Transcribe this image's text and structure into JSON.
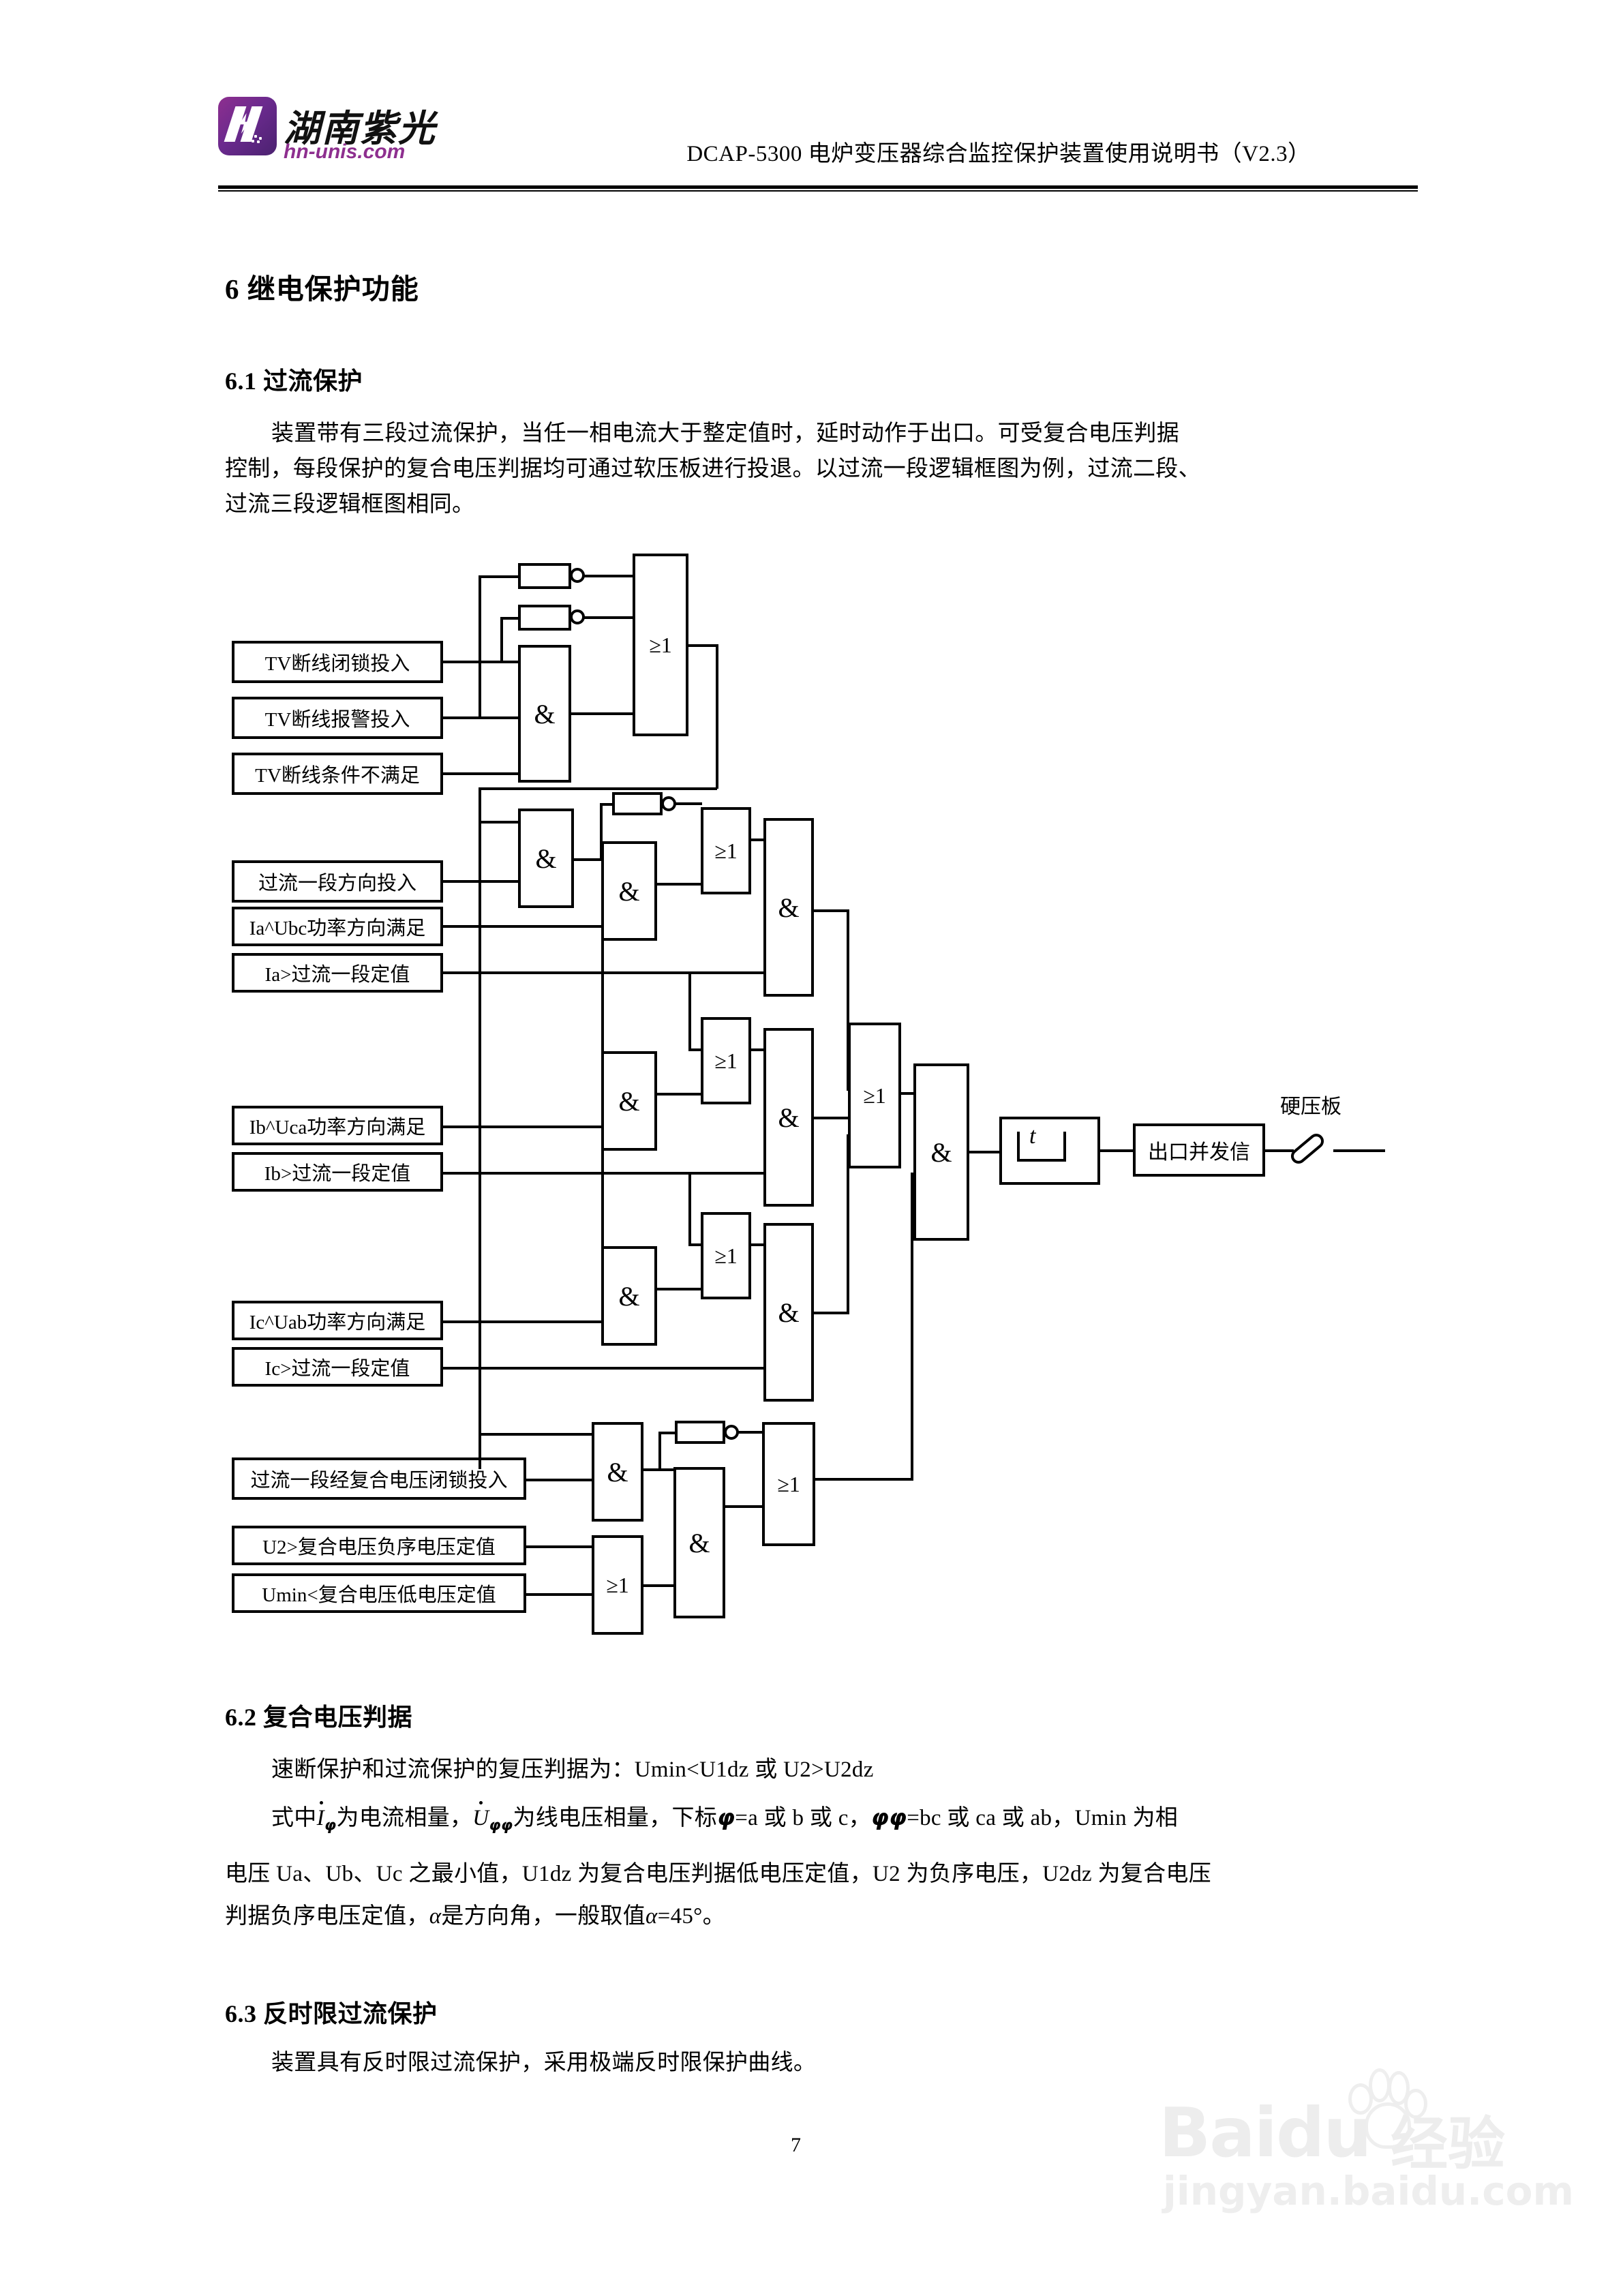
{
  "header": {
    "logo_cn": "湖南紫光",
    "logo_url": "hn-unis.com",
    "title": "DCAP-5300 电炉变压器综合监控保护装置使用说明书（V2.3）"
  },
  "sections": {
    "h1": "6  继电保护功能",
    "s61_title": "6.1  过流保护",
    "s61_body_l1": "装置带有三段过流保护，当任一相电流大于整定值时，延时动作于出口。可受复合电压判据",
    "s61_body_l2": "控制，每段保护的复合电压判据均可通过软压板进行投退。以过流一段逻辑框图为例，过流二段、",
    "s61_body_l3": "过流三段逻辑框图相同。",
    "s62_title": "6.2  复合电压判据",
    "s62_l1": "速断保护和过流保护的复压判据为：Umin<U1dz 或 U2>U2dz",
    "s62_l2_a": "式中",
    "s62_l2_i": "I",
    "s62_l2_isub": "φ",
    "s62_l2_b": "为电流相量，",
    "s62_l2_u": "U",
    "s62_l2_usub": "φφ",
    "s62_l2_c": "为线电压相量，下标",
    "s62_l2_phi1": "φ",
    "s62_l2_d": "=a 或 b 或 c，",
    "s62_l2_phi2": "φφ",
    "s62_l2_e": "=bc 或 ca 或 ab，Umin 为相",
    "s62_l3": "电压 Ua、Ub、Uc 之最小值，U1dz 为复合电压判据低电压定值，U2 为负序电压，U2dz 为复合电压",
    "s62_l4_a": "判据负序电压定值，",
    "s62_l4_alpha1": "α",
    "s62_l4_b": "是方向角，一般取值",
    "s62_l4_alpha2": "α",
    "s62_l4_c": "=45°。",
    "s63_title": "6.3  反时限过流保护",
    "s63_body": "装置具有反时限过流保护，采用极端反时限保护曲线。"
  },
  "diagram": {
    "labels": [
      {
        "id": "tv-block-in",
        "text": "TV断线闭锁投入"
      },
      {
        "id": "tv-alarm-in",
        "text": "TV断线报警投入"
      },
      {
        "id": "tv-cond-unmet",
        "text": "TV断线条件不满足"
      },
      {
        "id": "oc1-dir-in",
        "text": "过流一段方向投入"
      },
      {
        "id": "ia-ubc-dir",
        "text": "Ia^Ubc功率方向满足"
      },
      {
        "id": "ia-oc1-set",
        "text": "Ia>过流一段定值"
      },
      {
        "id": "ib-uca-dir",
        "text": "Ib^Uca功率方向满足"
      },
      {
        "id": "ib-oc1-set",
        "text": "Ib>过流一段定值"
      },
      {
        "id": "ic-uab-dir",
        "text": "Ic^Uab功率方向满足"
      },
      {
        "id": "ic-oc1-set",
        "text": "Ic>过流一段定值"
      },
      {
        "id": "oc1-cv-block-in",
        "text": "过流一段经复合电压闭锁投入"
      },
      {
        "id": "u2-cv-neg-set",
        "text": "U2>复合电压负序电压定值"
      },
      {
        "id": "umin-cv-low-set",
        "text": "Umin<复合电压低电压定值"
      }
    ],
    "gate_and": "&",
    "gate_or": "≥1",
    "timer_label": "t",
    "output_box": "出口并发信",
    "hard_plate": "硬压板"
  },
  "footer": {
    "page_number": "7",
    "watermark_brand": "Baidu",
    "watermark_cn": "经验",
    "watermark_url": "jingyan.baidu.com"
  },
  "colors": {
    "ink": "#000000",
    "brand_purple": "#8e2f8f",
    "watermark_gray": "#666666"
  }
}
